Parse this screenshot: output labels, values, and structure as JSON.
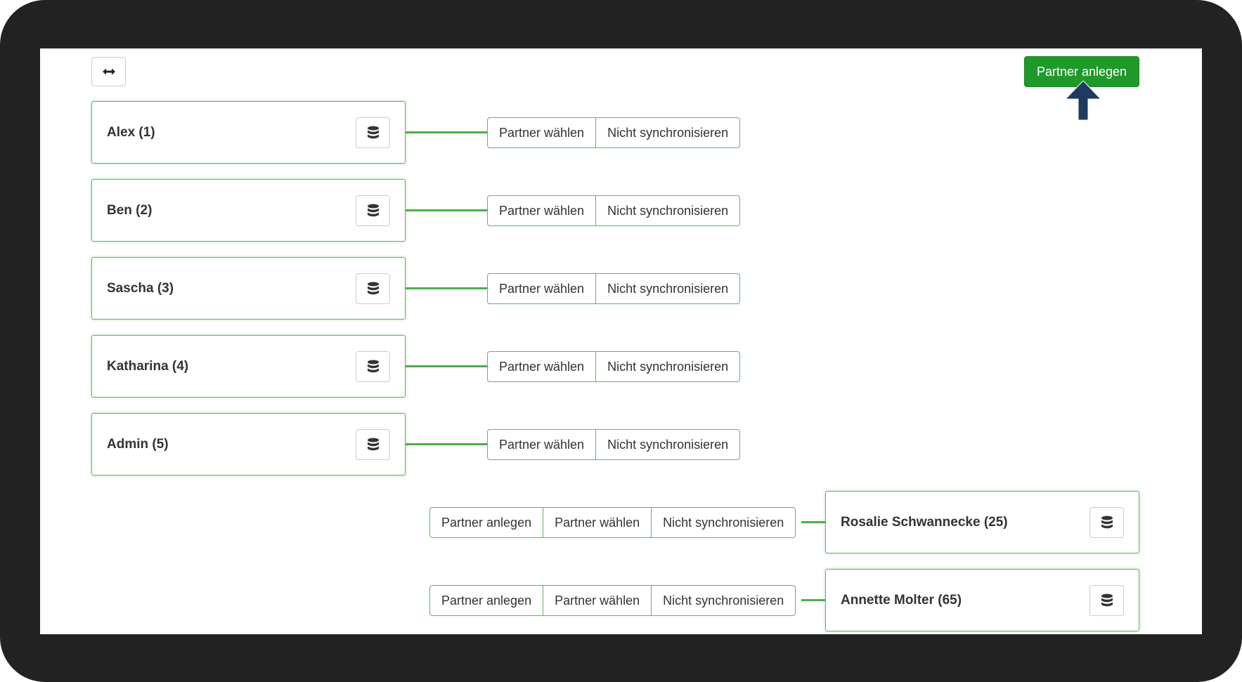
{
  "toolbar": {
    "expand_icon": "horizontal-expand-icon",
    "create_partner_label": "Partner anlegen"
  },
  "left_rows": [
    {
      "name": "Alex (1)",
      "choose_label": "Partner wählen",
      "nosync_label": "Nicht synchronisieren",
      "icon": "database-icon"
    },
    {
      "name": "Ben (2)",
      "choose_label": "Partner wählen",
      "nosync_label": "Nicht synchronisieren",
      "icon": "database-icon"
    },
    {
      "name": "Sascha (3)",
      "choose_label": "Partner wählen",
      "nosync_label": "Nicht synchronisieren",
      "icon": "database-icon"
    },
    {
      "name": "Katharina (4)",
      "choose_label": "Partner wählen",
      "nosync_label": "Nicht synchronisieren",
      "icon": "database-icon"
    },
    {
      "name": "Admin (5)",
      "choose_label": "Partner wählen",
      "nosync_label": "Nicht synchronisieren",
      "icon": "database-icon"
    }
  ],
  "right_rows": [
    {
      "name": "Rosalie Schwannecke (25)",
      "create_label": "Partner anlegen",
      "choose_label": "Partner wählen",
      "nosync_label": "Nicht synchronisieren",
      "icon": "database-icon"
    },
    {
      "name": "Annette Molter (65)",
      "create_label": "Partner anlegen",
      "choose_label": "Partner wählen",
      "nosync_label": "Nicht synchronisieren",
      "icon": "database-icon"
    }
  ],
  "colors": {
    "frame": "#222222",
    "primary_green": "#1f9a2a",
    "border_green": "#5cb85c",
    "arrow_navy": "#1f3a5f"
  }
}
